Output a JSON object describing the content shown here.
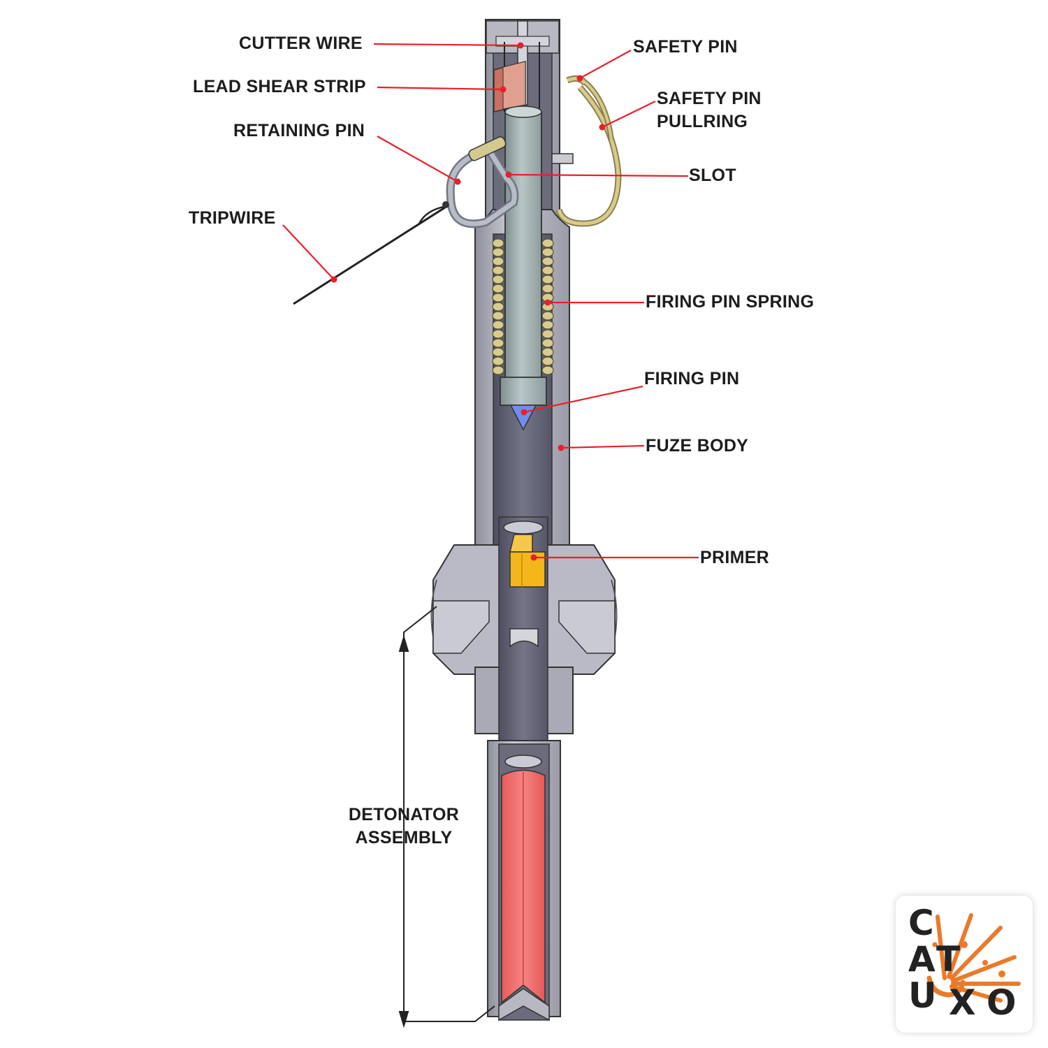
{
  "labels": {
    "cutter_wire": "CUTTER WIRE",
    "lead_shear_strip": "LEAD SHEAR STRIP",
    "retaining_pin": "RETAINING PIN",
    "tripwire": "TRIPWIRE",
    "safety_pin": "SAFETY PIN",
    "safety_pin_pullring_line1": "SAFETY PIN",
    "safety_pin_pullring_line2": "PULLRING",
    "slot": "SLOT",
    "firing_pin_spring": "FIRING PIN SPRING",
    "firing_pin": "FIRING PIN",
    "fuze_body": "FUZE BODY",
    "primer": "PRIMER",
    "detonator_line1": "DETONATOR",
    "detonator_line2": "ASSEMBLY"
  },
  "logo": {
    "letters": [
      "C",
      "A",
      "T",
      "U",
      "X",
      "O"
    ]
  },
  "colors": {
    "leader_line": "#e8202a",
    "leader_dot": "#e8202a",
    "body_gray": "#a8a9b4",
    "body_dark": "#5d5e6e",
    "spring": "#d8cb92",
    "primer": "#f3b71c",
    "detonator": "#f06a6a",
    "firing_pin_tip": "#6f8ff0",
    "pullring": "#d8cb8a",
    "logo_orange": "#ea7a2a"
  }
}
